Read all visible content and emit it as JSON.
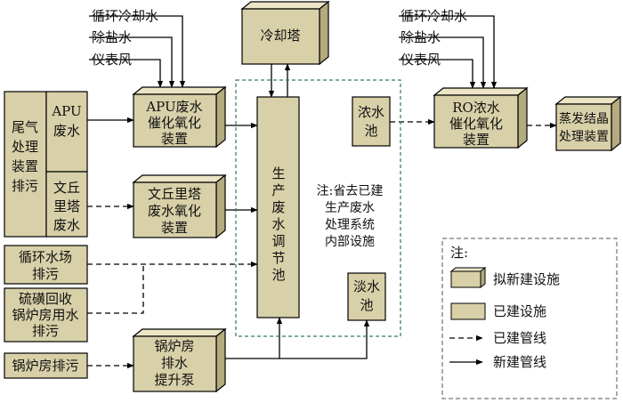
{
  "inputs_left": {
    "line1": "循环冷却水",
    "line2": "除盐水",
    "line3": "仪表风"
  },
  "inputs_right": {
    "line1": "循环冷却水",
    "line2": "除盐水",
    "line3": "仪表风"
  },
  "cooling_tower": "冷却塔",
  "tail_gas": [
    "尾气",
    "处理",
    "装置",
    "排污"
  ],
  "apu_wastewater": [
    "APU",
    "废水"
  ],
  "venturi_wastewater": [
    "文丘",
    "里塔",
    "废水"
  ],
  "apu_oxidation": [
    "APU废水",
    "催化氧化",
    "装置"
  ],
  "venturi_oxidation": [
    "文丘里塔",
    "废水氧化",
    "装置"
  ],
  "regulating_pool": [
    "生",
    "产",
    "废",
    "水",
    "调",
    "节",
    "池"
  ],
  "note_inner": [
    "注:省去已建",
    "生产废水",
    "处理系统",
    "内部设施"
  ],
  "concentrate_pool": [
    "浓水",
    "池"
  ],
  "fresh_pool": [
    "淡水",
    "池"
  ],
  "ro_oxidation": [
    "RO浓水",
    "催化氧化",
    "装置"
  ],
  "evaporation": [
    "蒸发结晶",
    "处理装置"
  ],
  "circ_water": [
    "循环水场",
    "排污"
  ],
  "desulfur": [
    "硫磺回收",
    "锅炉房用水",
    "排污"
  ],
  "boiler_discharge": "锅炉房排污",
  "boiler_pump": [
    "锅炉房",
    "排水",
    "提升泵"
  ],
  "legend": {
    "title": "注:",
    "new_facility": "拟新建设施",
    "existing_facility": "已建设施",
    "existing_pipe": "已建管线",
    "new_pipe": "新建管线"
  },
  "colors": {
    "box_fill": "#d8d0a8",
    "box_top": "#ebe5c6",
    "box_side": "#b4ab7e",
    "border": "#000000",
    "frame_dash": "#2e7a5a"
  }
}
